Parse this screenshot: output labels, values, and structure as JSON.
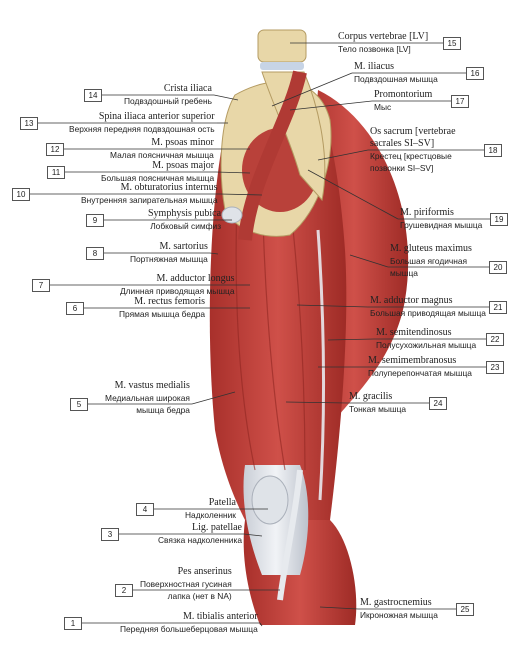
{
  "labels": [
    {
      "num": "1",
      "latin": "M. tibialis anterior",
      "russian": "Передняя большеберцовая мышца"
    },
    {
      "num": "2",
      "latin": "Pes anserinus",
      "russian": "Поверхностная гусиная",
      "russian2": "лапка (нет в NA)"
    },
    {
      "num": "3",
      "latin": "Lig. patellae",
      "russian": "Связка надколенника"
    },
    {
      "num": "4",
      "latin": "Patella",
      "russian": "Надколенник"
    },
    {
      "num": "5",
      "latin": "M. vastus medialis",
      "russian": "Медиальная широкая",
      "russian2": "мышца бедра"
    },
    {
      "num": "6",
      "latin": "M. rectus femoris",
      "russian": "Прямая мышца бедра"
    },
    {
      "num": "7",
      "latin": "M. adductor longus",
      "russian": "Длинная приводящая мышца"
    },
    {
      "num": "8",
      "latin": "M. sartorius",
      "russian": "Портняжная мышца"
    },
    {
      "num": "9",
      "latin": "Symphysis pubica",
      "russian": "Лобковый симфиз"
    },
    {
      "num": "10",
      "latin": "M. obturatorius internus",
      "russian": "Внутренняя запирательная мышца"
    },
    {
      "num": "11",
      "latin": "M. psoas major",
      "russian": "Большая поясничная мышца"
    },
    {
      "num": "12",
      "latin": "M. psoas minor",
      "russian": "Малая поясничная мышца"
    },
    {
      "num": "13",
      "latin": "Spina iliaca anterior superior",
      "russian": "Верхняя передняя подвздошная ость"
    },
    {
      "num": "14",
      "latin": "Crista iliaca",
      "russian": "Подвздошный гребень"
    },
    {
      "num": "15",
      "latin": "Corpus vertebrae [LV]",
      "russian": "Тело позвонка [LV]"
    },
    {
      "num": "16",
      "latin": "M. iliacus",
      "russian": "Подвздошная мышца"
    },
    {
      "num": "17",
      "latin": "Promontorium",
      "russian": "Мыс"
    },
    {
      "num": "18",
      "latin": "Os sacrum [vertebrae",
      "latin2": "sacrales SI–SV]",
      "russian": "Крестец [крестцовые",
      "russian2": "позвонки SI–SV]"
    },
    {
      "num": "19",
      "latin": "M. piriformis",
      "russian": "Грушевидная мышца"
    },
    {
      "num": "20",
      "latin": "M. gluteus maximus",
      "russian": "Большая ягодичная",
      "russian2": "мышца"
    },
    {
      "num": "21",
      "latin": "M. adductor magnus",
      "russian": "Большая приводящая мышца"
    },
    {
      "num": "22",
      "latin": "M. semitendinosus",
      "russian": "Полусухожильная мышца"
    },
    {
      "num": "23",
      "latin": "M. semimembranosus",
      "russian": "Полуперепончатая мышца"
    },
    {
      "num": "24",
      "latin": "M. gracilis",
      "russian": "Тонкая мышца"
    },
    {
      "num": "25",
      "latin": "M. gastrocnemius",
      "russian": "Икроножная мышца"
    }
  ],
  "colors": {
    "muscle": "#c0403a",
    "muscle_dark": "#8f2722",
    "tendon": "#e3e6ea",
    "bone": "#e8d7a8",
    "line": "#333333"
  }
}
